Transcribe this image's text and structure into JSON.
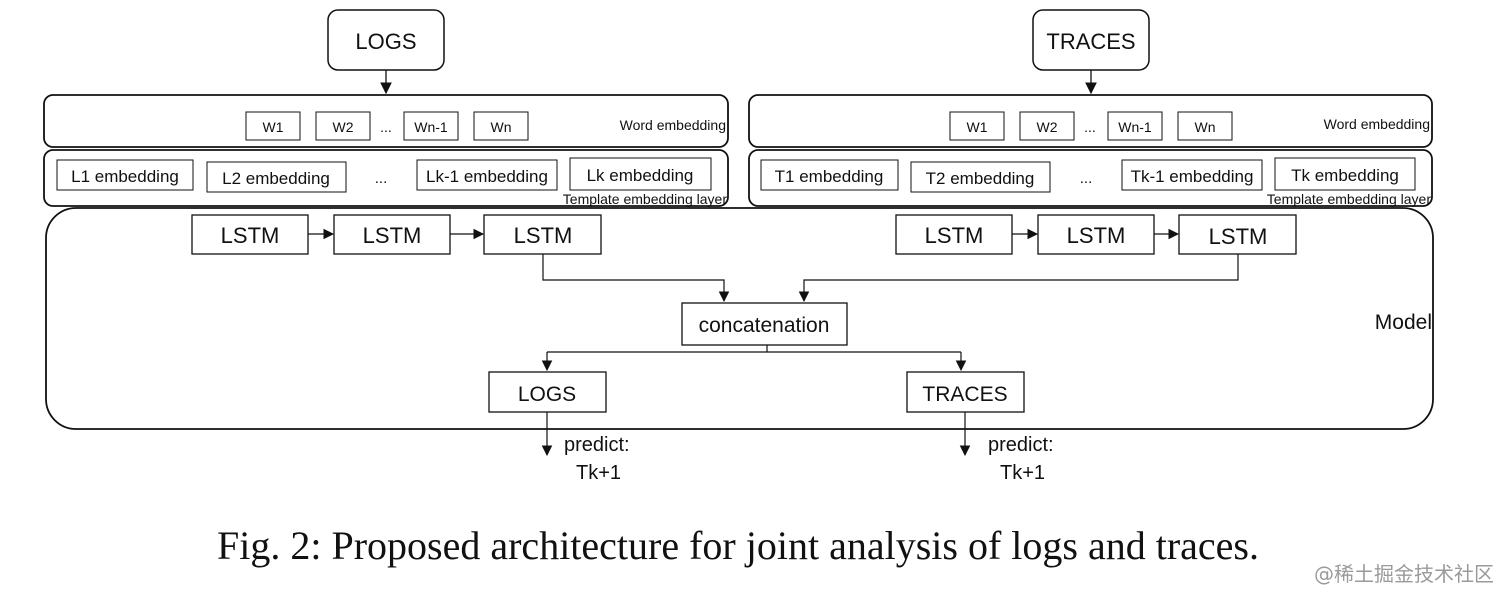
{
  "left": {
    "source": "LOGS",
    "words": [
      "W1",
      "W2",
      "...",
      "Wn-1",
      "Wn"
    ],
    "word_label": "Word embedding",
    "templates": [
      "L1 embedding",
      "L2 embedding",
      "...",
      "Lk-1 embedding",
      "Lk embedding"
    ],
    "template_label": "Template embedding layer",
    "lstm": [
      "LSTM",
      "LSTM",
      "LSTM"
    ],
    "output": "LOGS",
    "predict_line1": "predict:",
    "predict_line2": "Tk+1"
  },
  "right": {
    "source": "TRACES",
    "words": [
      "W1",
      "W2",
      "...",
      "Wn-1",
      "Wn"
    ],
    "word_label": "Word embedding",
    "templates": [
      "T1 embedding",
      "T2 embedding",
      "...",
      "Tk-1 embedding",
      "Tk embedding"
    ],
    "template_label": "Template embedding layer",
    "lstm": [
      "LSTM",
      "LSTM",
      "LSTM"
    ],
    "output": "TRACES",
    "predict_line1": "predict:",
    "predict_line2": "Tk+1"
  },
  "concat": "concatenation",
  "model_label": "Model",
  "caption": "Fig. 2: Proposed architecture for joint analysis of logs and traces.",
  "watermark": "@稀土掘金技术社区"
}
